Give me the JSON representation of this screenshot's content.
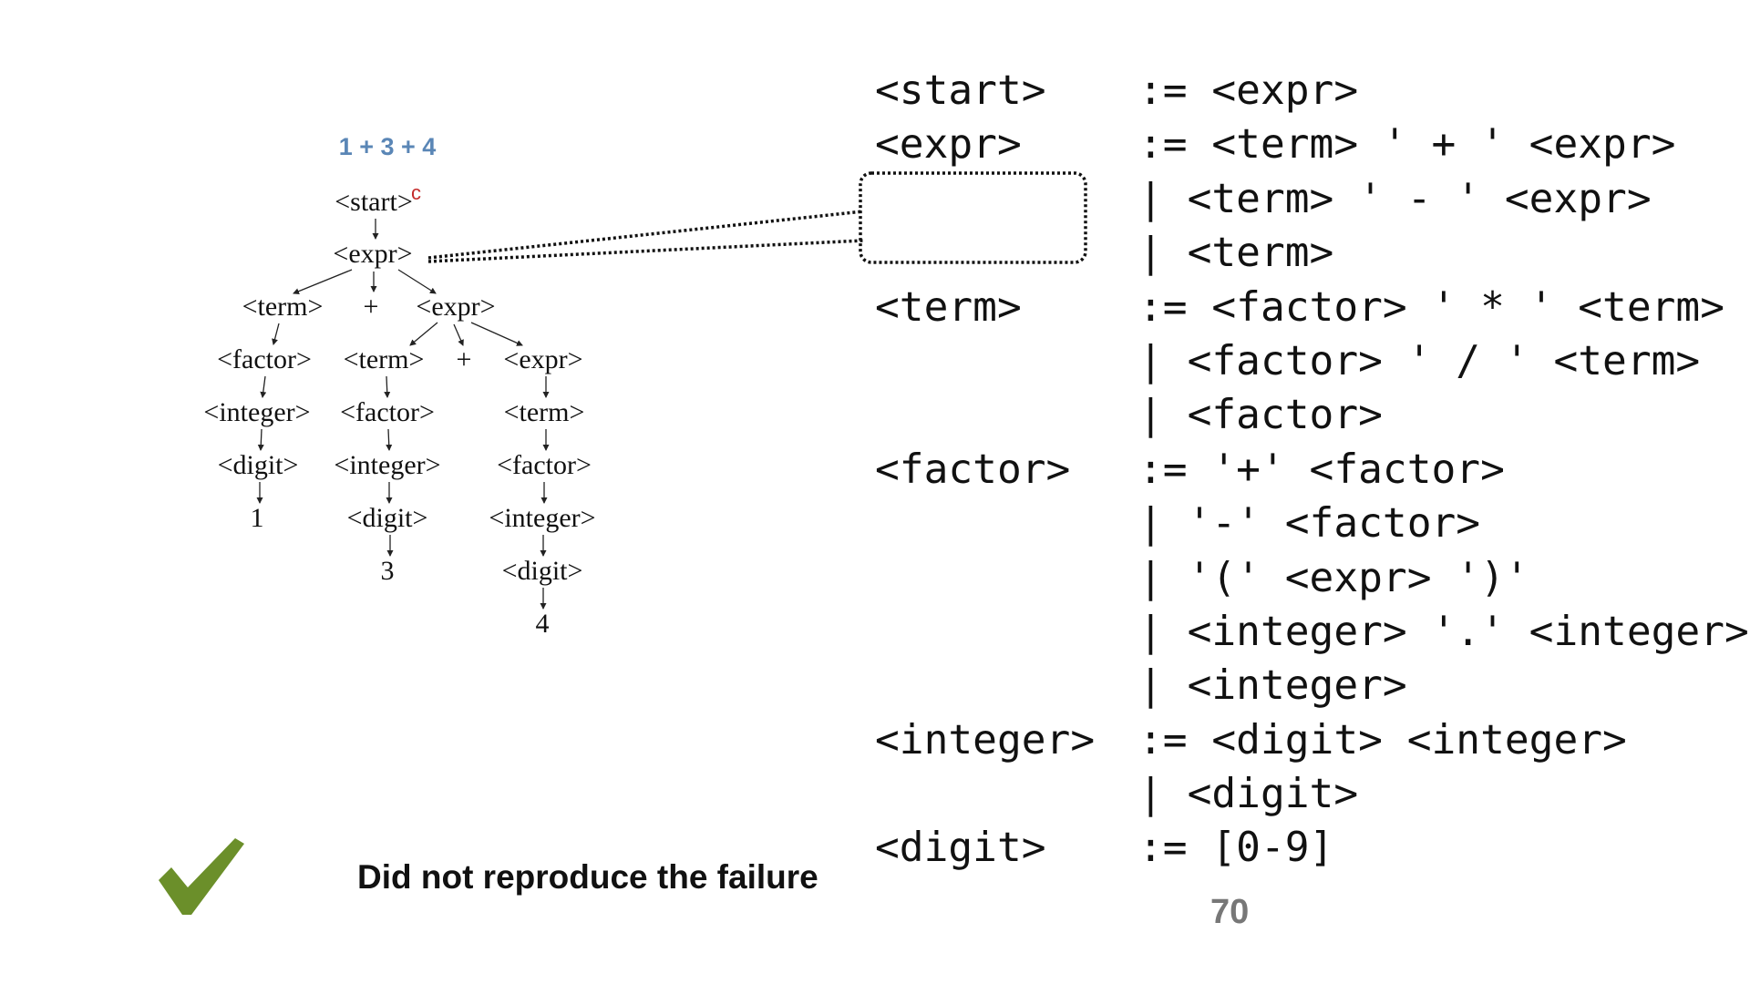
{
  "tree": {
    "caption": "1 + 3 + 4",
    "marker": "c",
    "nodes": {
      "start": "<start>",
      "expr1": "<expr>",
      "term1": "<term>",
      "plus1": "+",
      "expr2": "<expr>",
      "factor1": "<factor>",
      "term2": "<term>",
      "plus2": "+",
      "expr3": "<expr>",
      "integer1": "<integer>",
      "factor2": "<factor>",
      "term3": "<term>",
      "digit1": "<digit>",
      "integer2": "<integer>",
      "factor3": "<factor>",
      "leaf1": "1",
      "digit2": "<digit>",
      "integer3": "<integer>",
      "leaf3": "3",
      "digit3": "<digit>",
      "leaf4": "4"
    }
  },
  "grammar": [
    {
      "lhs": "<start>",
      "rhs": ":= <expr>"
    },
    {
      "lhs": "<expr>",
      "rhs": ":= <term> ' + ' <expr>"
    },
    {
      "lhs": "",
      "rhs": "| <term> ' - ' <expr>"
    },
    {
      "lhs": "",
      "rhs": "| <term>"
    },
    {
      "lhs": "<term>",
      "rhs": ":= <factor> ' * ' <term>"
    },
    {
      "lhs": "",
      "rhs": "| <factor> ' / ' <term>"
    },
    {
      "lhs": "",
      "rhs": "| <factor>"
    },
    {
      "lhs": "<factor>",
      "rhs": ":= '+' <factor>"
    },
    {
      "lhs": "",
      "rhs": "| '-' <factor>"
    },
    {
      "lhs": "",
      "rhs": "| '(' <expr> ')'"
    },
    {
      "lhs": "",
      "rhs": "| <integer> '.' <integer>"
    },
    {
      "lhs": "",
      "rhs": "| <integer>"
    },
    {
      "lhs": "<integer>",
      "rhs": ":= <digit> <integer>"
    },
    {
      "lhs": "",
      "rhs": "| <digit>"
    },
    {
      "lhs": "<digit>",
      "rhs": ":= [0-9]"
    }
  ],
  "result": {
    "label": "Did not reproduce the failure",
    "icon": "checkmark-icon",
    "icon_color": "#6b8f2a"
  },
  "page_number": "70",
  "colors": {
    "caption": "#5a86b6",
    "marker": "#c42a2a"
  }
}
